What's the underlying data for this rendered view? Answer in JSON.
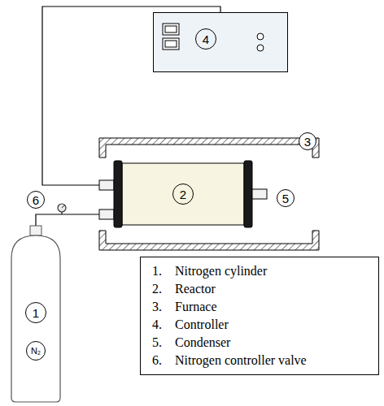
{
  "diagram": {
    "nodes": [
      {
        "text": [
          "4"
        ]
      },
      {
        "text": [
          "2"
        ]
      },
      {
        "text": [
          "1",
          "N₂"
        ]
      },
      {
        "text": [
          "1.",
          "Nitrogen cylinder",
          "2.",
          "Reactor",
          "3.",
          "Furnace",
          "4.",
          "Controller",
          "5.",
          "Condenser",
          "6.",
          "Nitrogen controller valve"
        ]
      }
    ],
    "edges": [
      {
        "from": 0,
        "to": 1,
        "arrow": "none"
      },
      {
        "from": 2,
        "to": 1,
        "arrow": "none"
      }
    ],
    "labels": [
      "6",
      "3",
      "5"
    ]
  }
}
